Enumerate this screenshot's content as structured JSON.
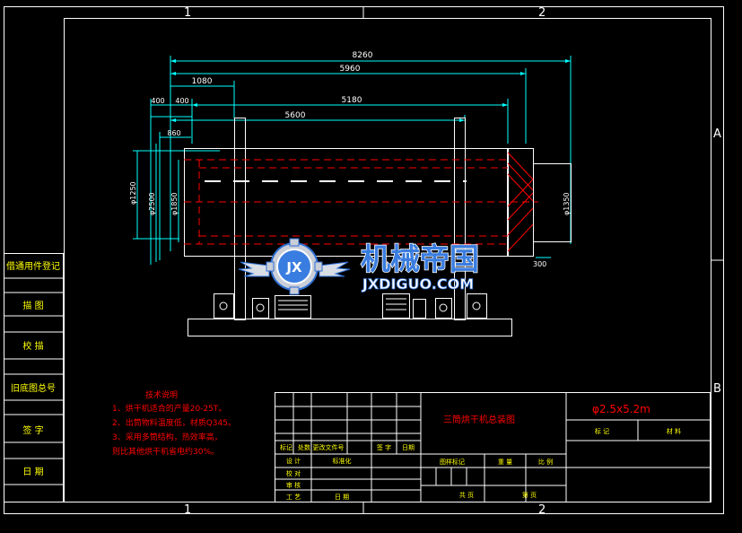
{
  "colors": {
    "background": "#000000",
    "frame": "#ffffff",
    "dimension": "#00ffff",
    "centerline": "#ff0000",
    "hatch": "#ff0000",
    "table_line": "#ffffff",
    "note": "#ff0000",
    "watermark_blue": "#2f6fd3",
    "green_text": "#00ff00"
  },
  "zones": {
    "top": [
      "1",
      "2"
    ],
    "bottom": [
      "1",
      "2"
    ],
    "right": [
      "A",
      "B"
    ]
  },
  "dimensions": {
    "d8260": "8260",
    "d5960": "5960",
    "d1080": "1080",
    "d5180": "5180",
    "d400a": "400",
    "d400b": "400",
    "d5600": "5600",
    "d860": "860",
    "dia1250": "φ1250",
    "dia2500": "φ2500",
    "dia1850": "φ1850",
    "dia1350": "φ1350",
    "d300": "300"
  },
  "side_labels": [
    "借通用件登记",
    "描  图",
    "校  描",
    "旧底图总号",
    "签  字",
    "日  期"
  ],
  "notes": {
    "title": "技术说明",
    "items": [
      "1、烘干机适合的产量20-25T。",
      "2、出筒物料温度低，材质Q345。",
      "3、采用多筒结构，热效率高，",
      "    则比其他烘干机省电约30%。"
    ]
  },
  "title_block": {
    "drawing_name": "三筒烘干机总装图",
    "spec": "φ2.5x5.2m",
    "material_label": "标  记",
    "weight_label": "材  料",
    "header_row": [
      "标记",
      "处数",
      "更改文件号",
      "签 字",
      "日期"
    ],
    "rows": [
      [
        "设计",
        "",
        "标准化",
        ""
      ],
      [
        "审核",
        "",
        ""
      ],
      [
        "工艺",
        "",
        "日期"
      ]
    ],
    "row_labels": [
      "设 计",
      "校 对",
      "审 核",
      "工 艺"
    ],
    "mid_labels": [
      "标准化",
      "日 期"
    ],
    "stage": [
      "图样标记",
      "重 量",
      "比 例"
    ],
    "sheet": [
      "共  页",
      "第  页"
    ]
  },
  "watermark": {
    "badge": "JX",
    "name": "机械帝国",
    "url": "JXDIGUO.COM"
  }
}
